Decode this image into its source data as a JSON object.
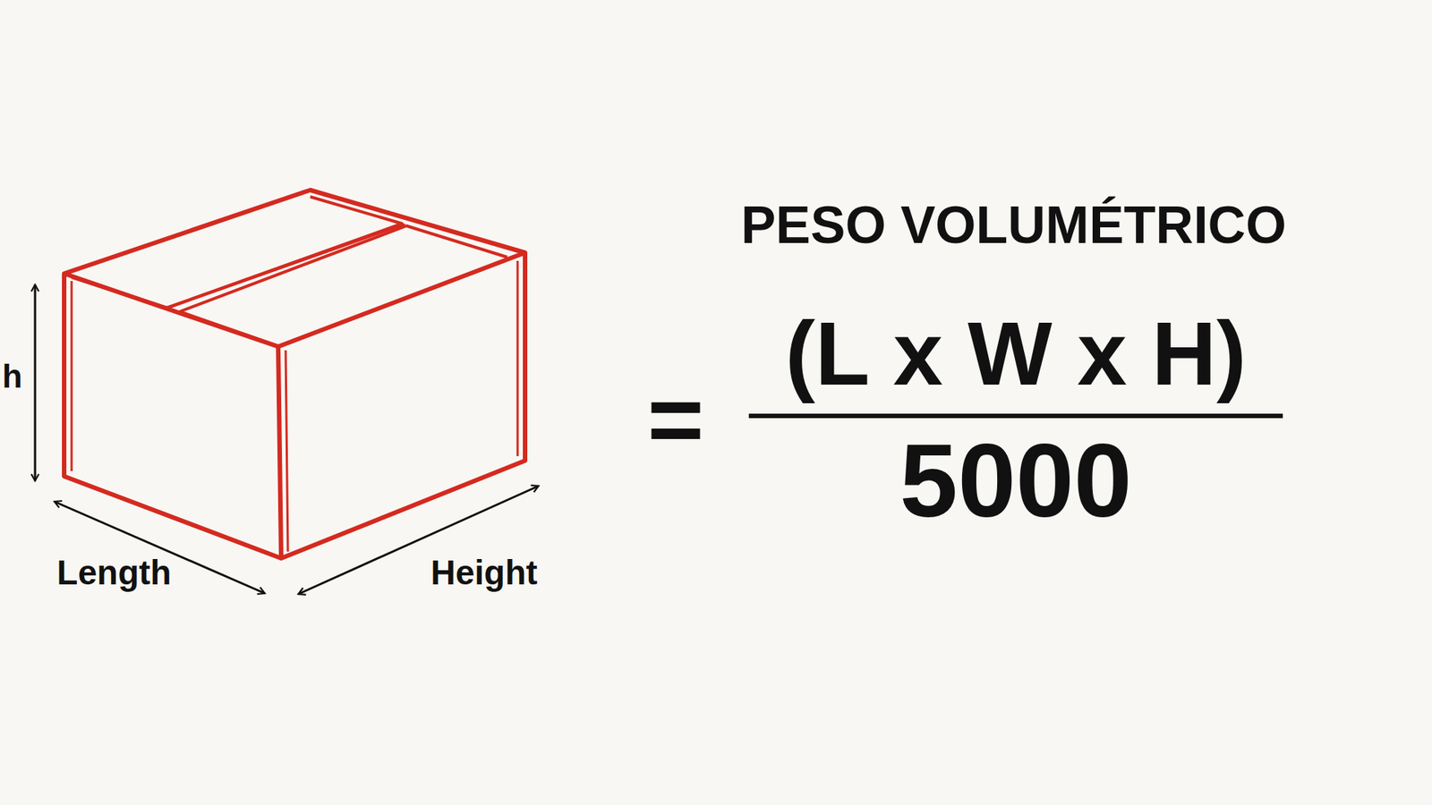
{
  "diagram": {
    "labels": [
      "h",
      "Length",
      "Height",
      "PESO VOLUMÉTRICO",
      "=",
      "(L x W x H)",
      "5000"
    ]
  }
}
